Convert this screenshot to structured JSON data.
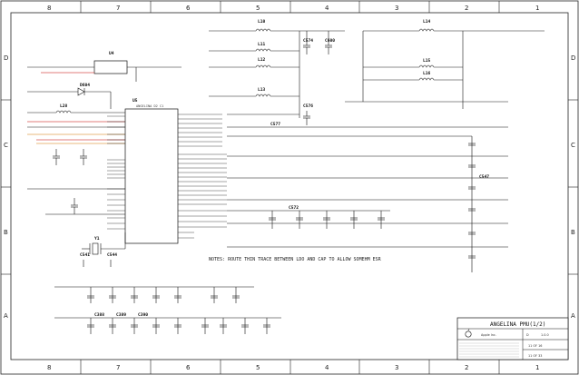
{
  "sheet": {
    "columns": [
      "8",
      "7",
      "6",
      "5",
      "4",
      "3",
      "2",
      "1"
    ],
    "rows": [
      "D",
      "C",
      "B",
      "A"
    ]
  },
  "parts": {
    "u4": {
      "ref": "U4"
    },
    "u5": {
      "ref": "U5",
      "part": "ANGELINA D2 C1"
    },
    "y1": {
      "ref": "Y1"
    },
    "d604": {
      "ref": "D604"
    },
    "l28": {
      "ref": "L28"
    },
    "l10": {
      "ref": "L10"
    },
    "l11": {
      "ref": "L11"
    },
    "l12": {
      "ref": "L12"
    },
    "l13": {
      "ref": "L13"
    },
    "l14": {
      "ref": "L14"
    },
    "l15": {
      "ref": "L15"
    },
    "l16": {
      "ref": "L16"
    },
    "c574": {
      "ref": "C574"
    },
    "c600": {
      "ref": "C600"
    },
    "c576": {
      "ref": "C576"
    },
    "c577": {
      "ref": "C577"
    },
    "c388": {
      "ref": "C388"
    },
    "c389": {
      "ref": "C389"
    },
    "c390": {
      "ref": "C390"
    },
    "c547": {
      "ref": "C547"
    },
    "c541": {
      "ref": "C541"
    },
    "c544": {
      "ref": "C544"
    },
    "c572": {
      "ref": "C572"
    }
  },
  "note": "NOTES: ROUTE THIN TRACE BETWEEN LDO AND CAP TO ALLOW SOMEHM ESR",
  "title_block": {
    "title": "ANGELINA PMU(1/2)",
    "company": "Apple Inc.",
    "size": "D",
    "rev": "1.0.0",
    "sheet_a": "11 OF 16",
    "sheet_b": "11 OF 33"
  },
  "colors": {
    "wire": "#1a1a1a",
    "highlight_red": "#d9534f",
    "highlight_orange": "#e0a050"
  }
}
